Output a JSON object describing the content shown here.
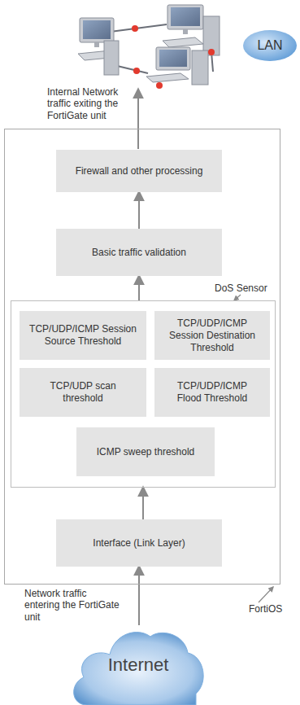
{
  "diagram": {
    "nodes": [
      {
        "text": [
          "LAN"
        ]
      },
      {
        "text": [
          "FortiOS"
        ]
      },
      {
        "text": [
          "Firewall and other processing"
        ],
        "in": 1
      },
      {
        "text": [
          "Basic traffic validation"
        ],
        "in": 1
      },
      {
        "text": [
          "DoS Sensor"
        ],
        "in": 1
      },
      {
        "text": [
          "TCP/UDP/ICMP Session Source Threshold"
        ],
        "in": 4
      },
      {
        "text": [
          "TCP/UDP/ICMP Session Destination Threshold"
        ],
        "in": 4
      },
      {
        "text": [
          "TCP/UDP scan threshold"
        ],
        "in": 4
      },
      {
        "text": [
          "TCP/UDP/ICMP Flood Threshold"
        ],
        "in": 4
      },
      {
        "text": [
          "ICMP sweep threshold"
        ],
        "in": 4
      },
      {
        "text": [
          "Interface (Link Layer)"
        ],
        "in": 1
      },
      {
        "text": [
          "Internet"
        ]
      }
    ],
    "edges": [
      {
        "from": 11,
        "to": 10,
        "arrow": "to"
      },
      {
        "from": 10,
        "to": 4,
        "arrow": "to"
      },
      {
        "from": 4,
        "to": 3,
        "arrow": "to"
      },
      {
        "from": 3,
        "to": 2,
        "arrow": "to"
      }
    ],
    "labels": [
      "Internal Network traffic exiting the FortiGate unit",
      "Network traffic entering the FortiGate unit"
    ]
  }
}
